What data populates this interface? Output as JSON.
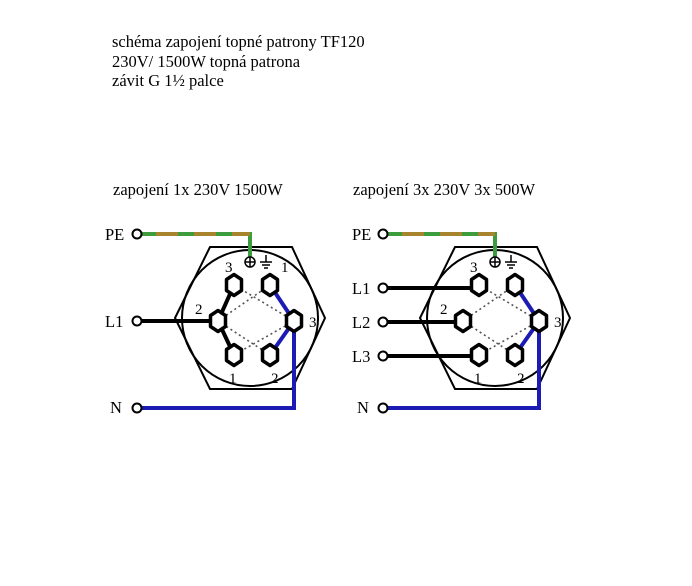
{
  "header": {
    "line1": "schéma zapojení topné patrony TF120",
    "line2": "230V/ 1500W topná patrona",
    "line3": "závit G 1½ palce"
  },
  "diagram_single": {
    "title": "zapojení 1x 230V 1500W",
    "pe_label": "PE",
    "l1_label": "L1",
    "n_label": "N",
    "terminals": {
      "top_left": "3",
      "top_right": "1",
      "middle_left": "2",
      "middle_right": "3",
      "bottom_left": "1",
      "bottom_right": "2"
    }
  },
  "diagram_three_phase": {
    "title": "zapojení 3x 230V 3x 500W",
    "pe_label": "PE",
    "l1_label": "L1",
    "l2_label": "L2",
    "l3_label": "L3",
    "n_label": "N",
    "terminals": {
      "top_left": "3",
      "middle_left": "2",
      "middle_right": "3",
      "bottom_left": "1",
      "bottom_right": "2"
    }
  },
  "colors": {
    "phase_wire": "#000000",
    "neutral_wire": "#1c1cb4",
    "pe_green": "#3d9c3d",
    "pe_yellow": "#a8842c",
    "internal_link": "#555555"
  },
  "icons": {
    "earth": "earth-ground-icon",
    "terminal": "terminal-nut-icon",
    "wire_end": "terminal-point-icon"
  }
}
